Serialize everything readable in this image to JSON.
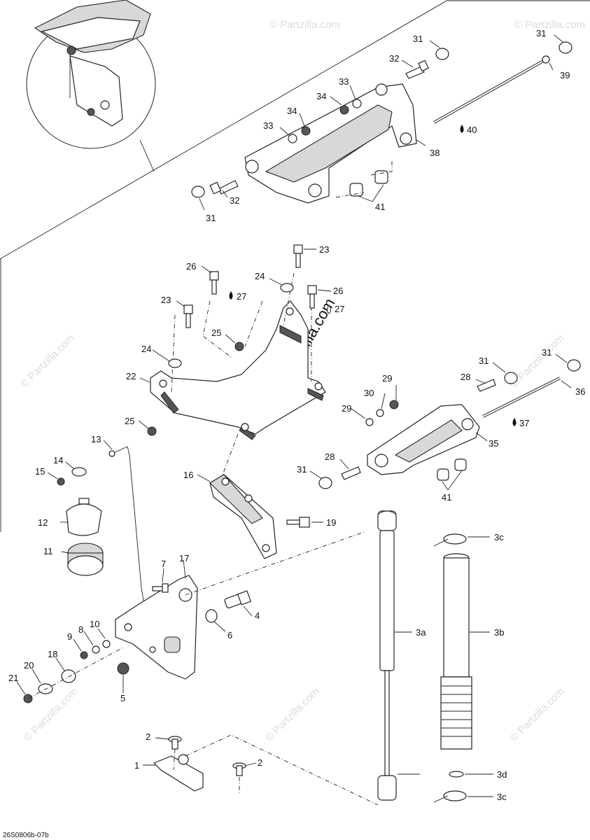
{
  "diagram_code": "26S0806b-07b",
  "watermark": "© Partzilla.com",
  "callouts": [
    {
      "id": "c31a",
      "text": "31"
    },
    {
      "id": "c31b",
      "text": "31"
    },
    {
      "id": "c32a",
      "text": "32"
    },
    {
      "id": "c39",
      "text": "39"
    },
    {
      "id": "c33a",
      "text": "33"
    },
    {
      "id": "c34a",
      "text": "34"
    },
    {
      "id": "c34b",
      "text": "34"
    },
    {
      "id": "c33b",
      "text": "33"
    },
    {
      "id": "c40",
      "text": "40"
    },
    {
      "id": "c38",
      "text": "38"
    },
    {
      "id": "c32b",
      "text": "32"
    },
    {
      "id": "c41a",
      "text": "41"
    },
    {
      "id": "c31c",
      "text": "31"
    },
    {
      "id": "c23a",
      "text": "23"
    },
    {
      "id": "c26a",
      "text": "26"
    },
    {
      "id": "c24a",
      "text": "24"
    },
    {
      "id": "c27a",
      "text": "27"
    },
    {
      "id": "c26b",
      "text": "26"
    },
    {
      "id": "c23b",
      "text": "23"
    },
    {
      "id": "c27b",
      "text": "27"
    },
    {
      "id": "c25a",
      "text": "25"
    },
    {
      "id": "c24b",
      "text": "24"
    },
    {
      "id": "c22",
      "text": "22"
    },
    {
      "id": "c25b",
      "text": "25"
    },
    {
      "id": "c31d",
      "text": "31"
    },
    {
      "id": "c31e",
      "text": "31"
    },
    {
      "id": "c28a",
      "text": "28"
    },
    {
      "id": "c36",
      "text": "36"
    },
    {
      "id": "c29a",
      "text": "29"
    },
    {
      "id": "c30",
      "text": "30"
    },
    {
      "id": "c29b",
      "text": "29"
    },
    {
      "id": "c37",
      "text": "37"
    },
    {
      "id": "c35",
      "text": "35"
    },
    {
      "id": "c13",
      "text": "13"
    },
    {
      "id": "c14",
      "text": "14"
    },
    {
      "id": "c15",
      "text": "15"
    },
    {
      "id": "c31f",
      "text": "31"
    },
    {
      "id": "c28b",
      "text": "28"
    },
    {
      "id": "c41b",
      "text": "41"
    },
    {
      "id": "c16",
      "text": "16"
    },
    {
      "id": "c12",
      "text": "12"
    },
    {
      "id": "c19",
      "text": "19"
    },
    {
      "id": "c11",
      "text": "11"
    },
    {
      "id": "c3c1",
      "text": "3c"
    },
    {
      "id": "c7",
      "text": "7"
    },
    {
      "id": "c17",
      "text": "17"
    },
    {
      "id": "c4",
      "text": "4"
    },
    {
      "id": "c3a",
      "text": "3a"
    },
    {
      "id": "c3b",
      "text": "3b"
    },
    {
      "id": "c10",
      "text": "10"
    },
    {
      "id": "c9",
      "text": "9"
    },
    {
      "id": "c8",
      "text": "8"
    },
    {
      "id": "c6",
      "text": "6"
    },
    {
      "id": "c18",
      "text": "18"
    },
    {
      "id": "c20",
      "text": "20"
    },
    {
      "id": "c21",
      "text": "21"
    },
    {
      "id": "c5",
      "text": "5"
    },
    {
      "id": "c2a",
      "text": "2"
    },
    {
      "id": "c1",
      "text": "1"
    },
    {
      "id": "c2b",
      "text": "2"
    },
    {
      "id": "c3d",
      "text": "3d"
    },
    {
      "id": "c3c2",
      "text": "3c"
    }
  ]
}
